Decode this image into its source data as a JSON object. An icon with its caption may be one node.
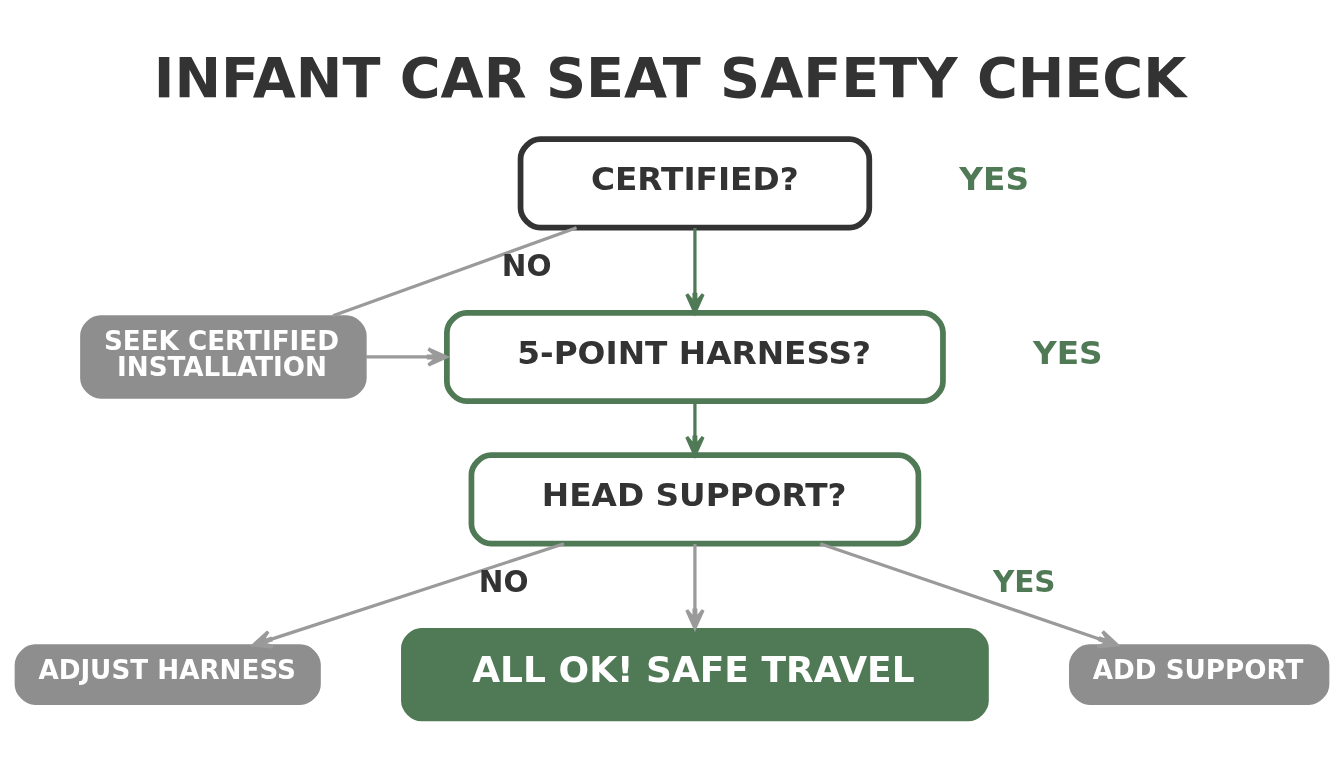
{
  "diagram": {
    "title": "INFANT CAR SEAT SAFETY CHECK",
    "nodes": [
      {
        "text": [
          "CERTIFIED?"
        ],
        "beside": [
          "YES"
        ]
      },
      {
        "text": [
          "SEEK CERTIFIED INSTALLATION"
        ]
      },
      {
        "text": [
          "5-POINT HARNESS?"
        ],
        "beside": [
          "YES"
        ]
      },
      {
        "text": [
          "HEAD SUPPORT?"
        ]
      },
      {
        "text": [
          "ADJUST HARNESS"
        ]
      },
      {
        "text": [
          "ADD SUPPORT"
        ]
      },
      {
        "text": [
          "ALL OK! SAFE TRAVEL"
        ]
      }
    ],
    "edges": [
      {
        "from": 0,
        "to": 1,
        "label": "NO",
        "arrow": "none"
      },
      {
        "from": 1,
        "to": 2,
        "arrow": "to"
      },
      {
        "from": 0,
        "to": 2,
        "arrow": "to",
        "color": "#4f7a55"
      },
      {
        "from": 2,
        "to": 3,
        "arrow": "to",
        "color": "#4f7a55"
      },
      {
        "from": 3,
        "to": 4,
        "label": "NO",
        "arrow": "to"
      },
      {
        "from": 3,
        "to": 5,
        "label": "YES",
        "arrow": "to"
      },
      {
        "from": 3,
        "to": 6,
        "arrow": "to"
      }
    ]
  }
}
